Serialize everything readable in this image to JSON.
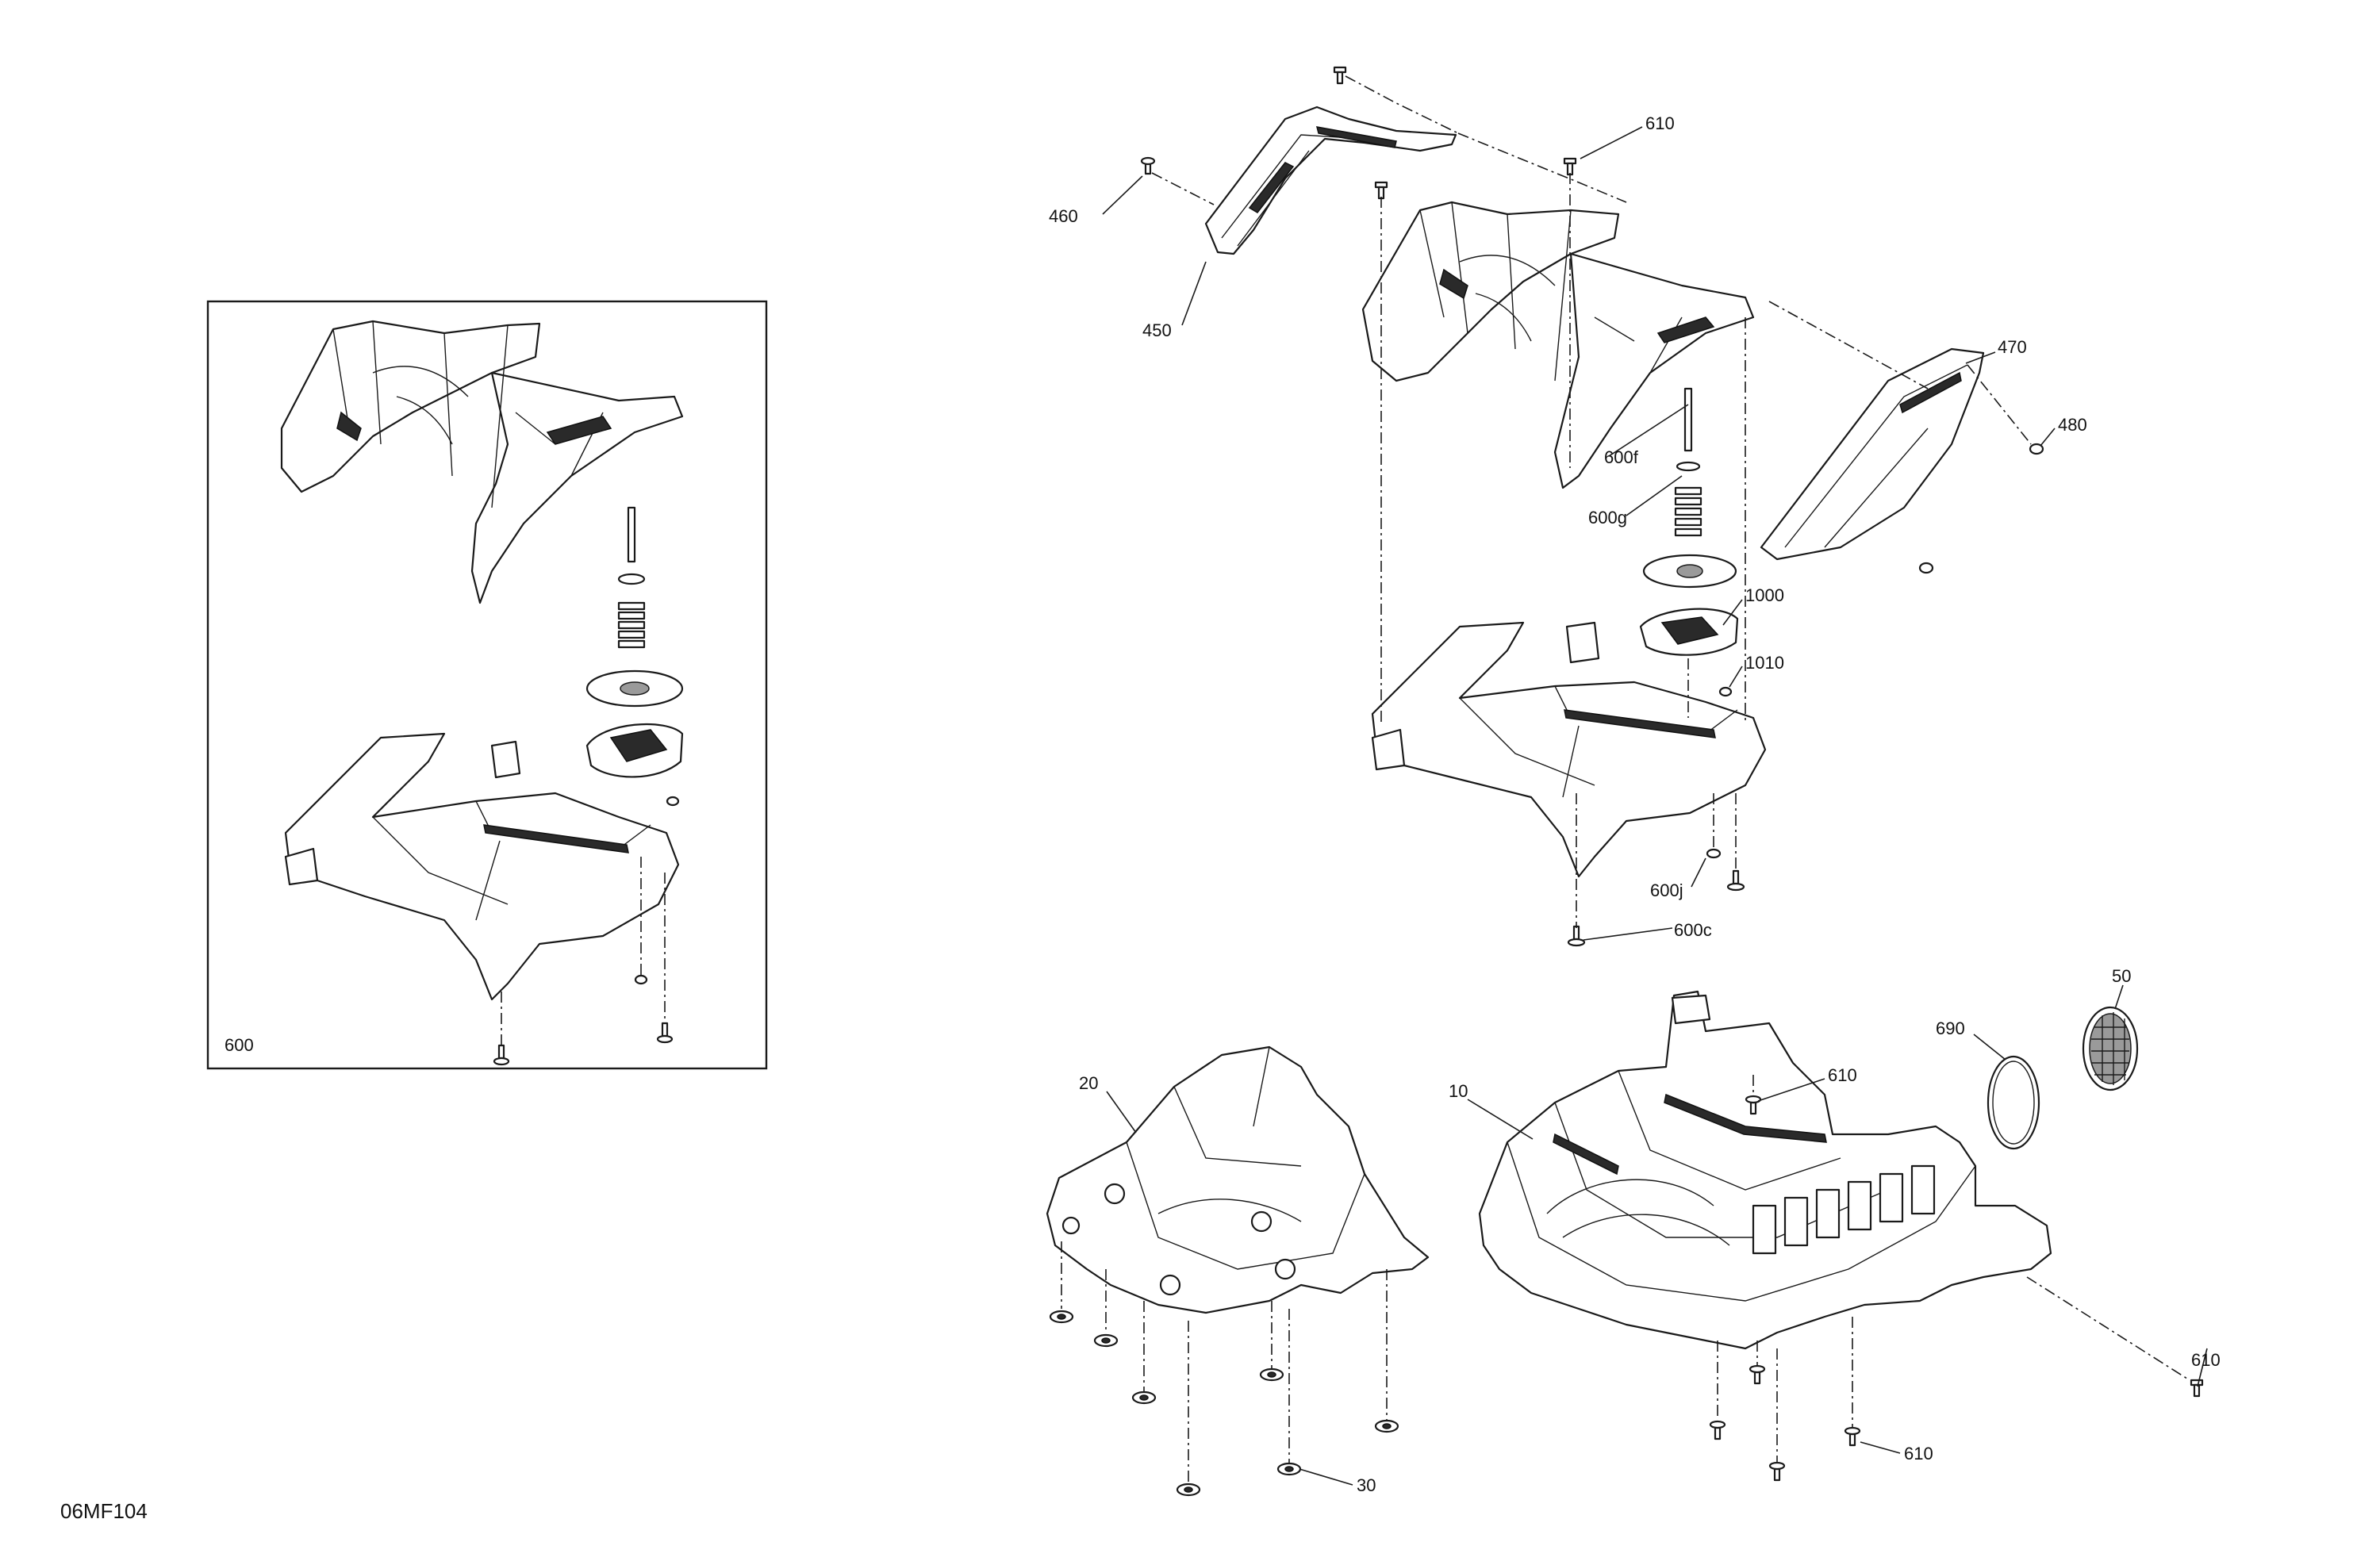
{
  "diagram": {
    "drawing_code": "06MF104",
    "inset_label": "600",
    "callouts": {
      "c460": "460",
      "c450": "450",
      "c610_top": "610",
      "c470": "470",
      "c480": "480",
      "c600f": "600f",
      "c600g": "600g",
      "c1000": "1000",
      "c1010": "1010",
      "c600j": "600j",
      "c600c": "600c",
      "c50": "50",
      "c690": "690",
      "c20": "20",
      "c10": "10",
      "c610_mid": "610",
      "c610_right": "610",
      "c610_bottom": "610",
      "c30": "30"
    }
  }
}
